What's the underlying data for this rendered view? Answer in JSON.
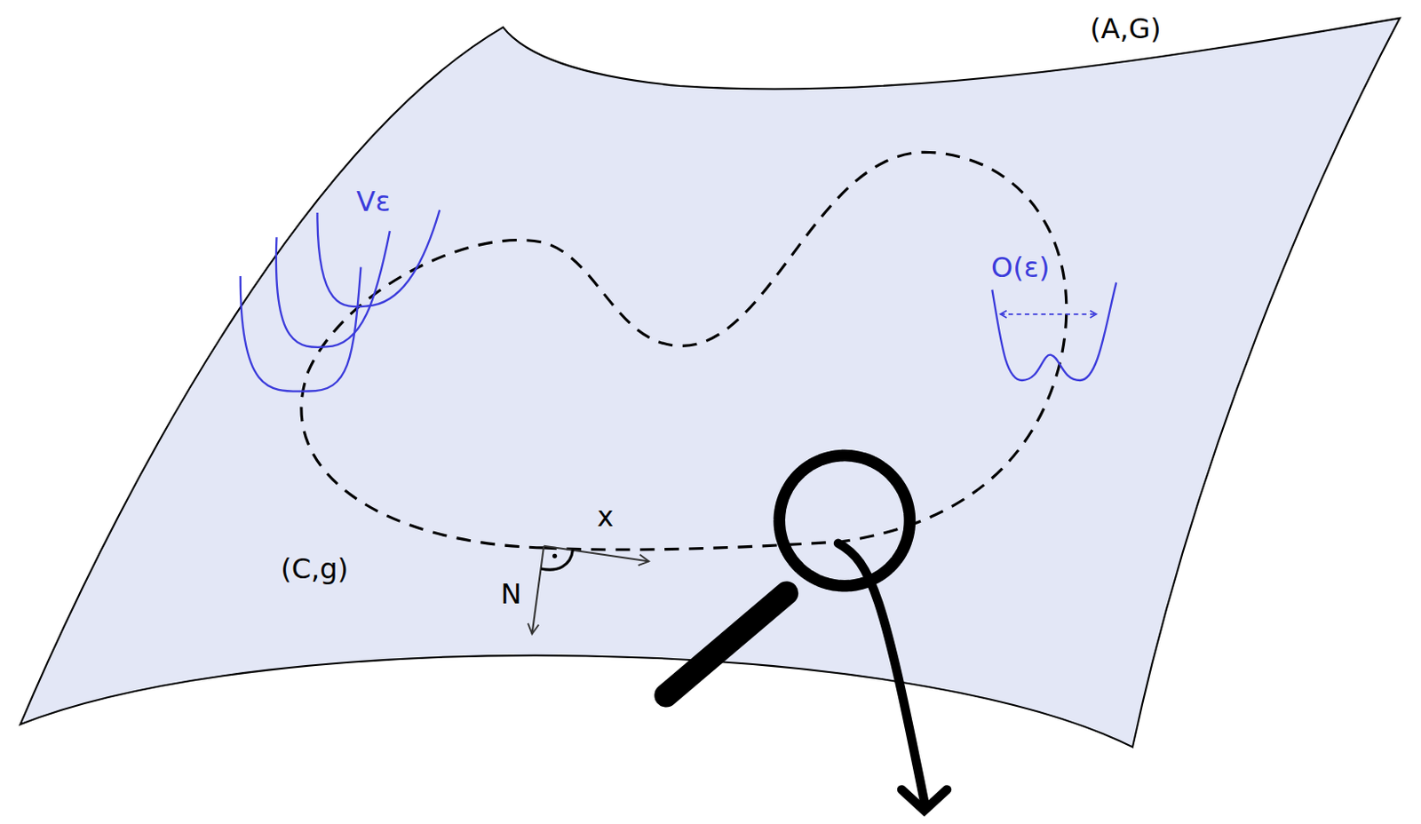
{
  "diagram": {
    "labels": [
      "(A,G)",
      "Vε",
      "O(ε)",
      "x",
      "N",
      "(C,g)"
    ]
  }
}
